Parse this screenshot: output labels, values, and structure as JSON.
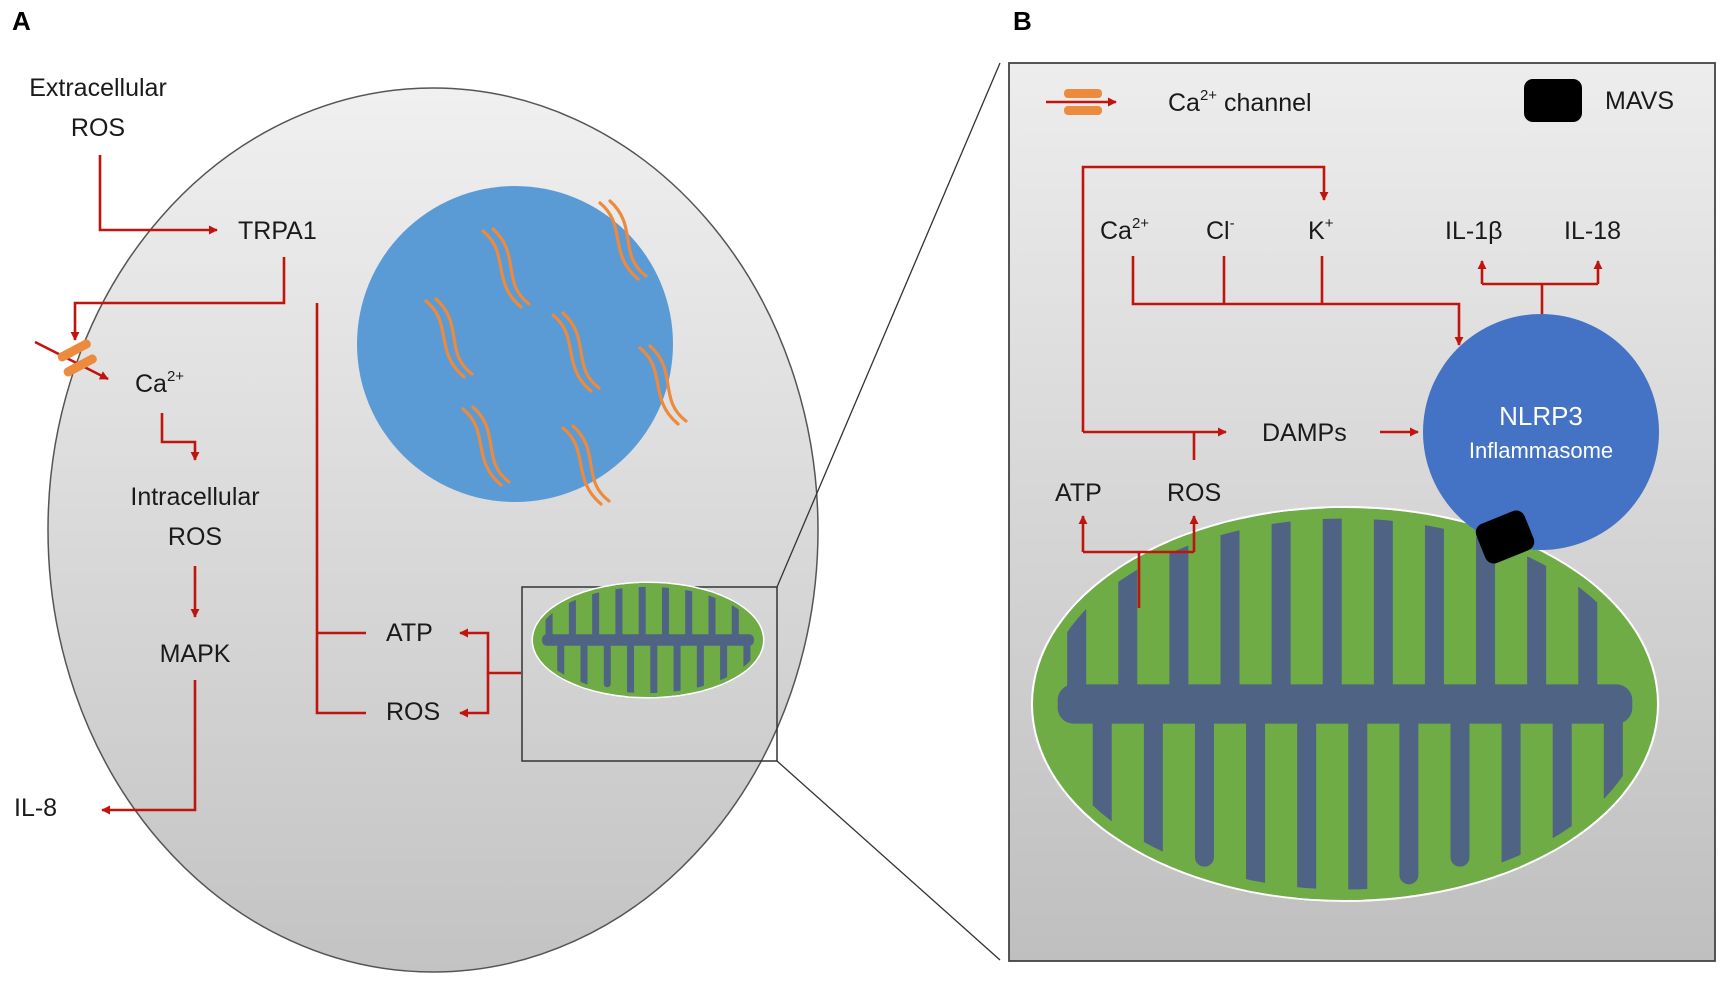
{
  "panels": {
    "a": "A",
    "b": "B"
  },
  "panel_a": {
    "extracellular_line1": "Extracellular",
    "extracellular_line2": "ROS",
    "trpa1": "TRPA1",
    "ca": "Ca",
    "ca_sup": "2+",
    "intracellular_line1": "Intracellular",
    "intracellular_line2": "ROS",
    "mapk": "MAPK",
    "il8": "IL-8",
    "atp": "ATP",
    "ros": "ROS"
  },
  "panel_b": {
    "legend_channel_prefix": "Ca",
    "legend_channel_sup": "2+",
    "legend_channel_suffix": " channel",
    "legend_mavs": "MAVS",
    "ca": "Ca",
    "ca_sup": "2+",
    "cl": "Cl",
    "cl_sup": "-",
    "k": "K",
    "k_sup": "+",
    "il1b": "IL-1β",
    "il18": "IL-18",
    "damps": "DAMPs",
    "nlrp3": "NLRP3",
    "inflammasome": "Inflammasome",
    "atp": "ATP",
    "ros": "ROS"
  },
  "colors": {
    "arrow": "#c0150e",
    "nucleus": "#5b9bd5",
    "mito_outer": "#6fac46",
    "mito_inner": "#4f6384",
    "nlrp3": "#4472c4",
    "channel": "#ec8a3e",
    "mavs": "#000000"
  }
}
